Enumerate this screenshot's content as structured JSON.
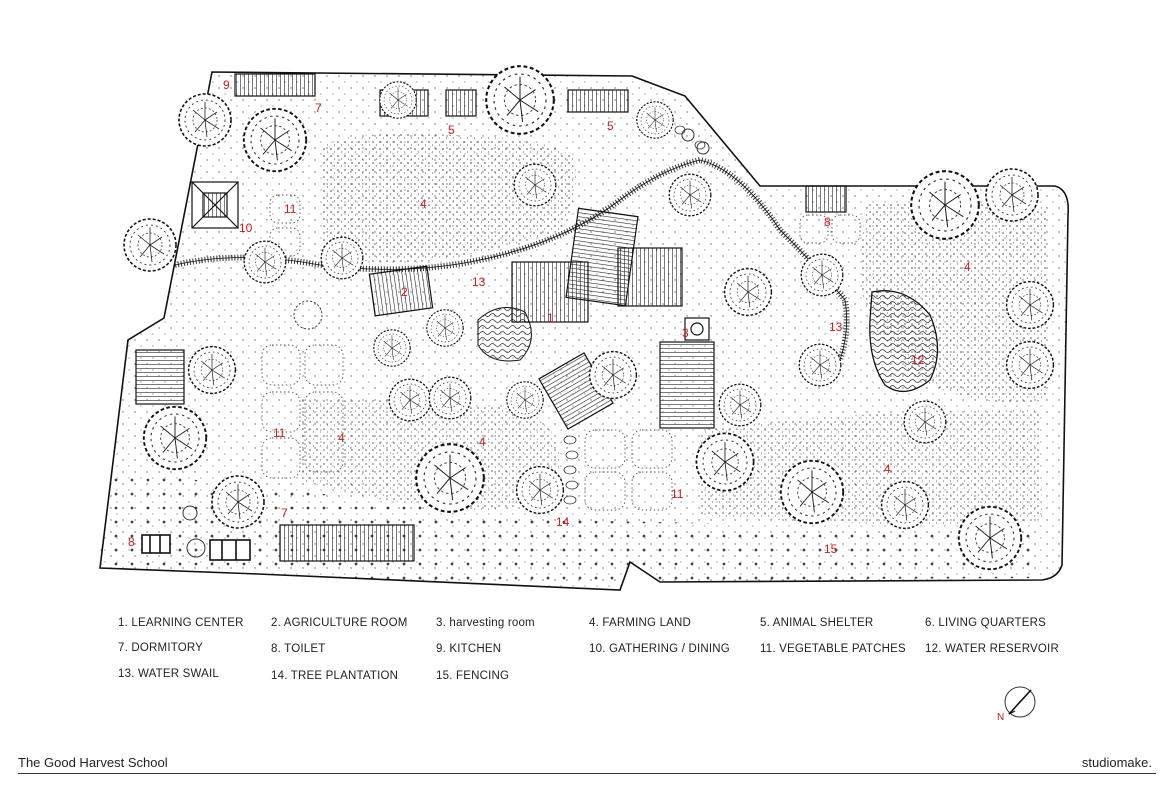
{
  "plan": {
    "labels": {
      "learning_center": "1",
      "agriculture_room": "2",
      "harvesting_room": "3",
      "farm_4_top": "4",
      "farm_4_east": "4",
      "farm_4_mid_left": "4",
      "farm_4_mid": "4",
      "farm_4_south_east": "4",
      "animal_shelter_a": "5",
      "animal_shelter_b": "5",
      "dormitory_top": "7",
      "dormitory_bottom": "7",
      "toilet_east": "8",
      "toilet_west": "8",
      "kitchen": "9",
      "gathering": "10",
      "veg_top": "11",
      "veg_left": "11",
      "veg_mid": "11",
      "reservoir": "12",
      "swail_center": "13",
      "swail_east": "13",
      "trees": "14",
      "fencing": "15"
    }
  },
  "legend": [
    "1. LEARNING CENTER",
    "2. AGRICULTURE ROOM",
    "3. harvesting room",
    "4. FARMING LAND",
    "5. ANIMAL SHELTER",
    "6. LIVING QUARTERS",
    "7. DORMITORY",
    "8. TOILET",
    "9. KITCHEN",
    "10. GATHERING / DINING",
    "11. VEGETABLE PATCHES",
    "12. WATER RESERVOIR",
    "13. WATER SWAIL",
    "14. TREE PLANTATION",
    "15. FENCING"
  ],
  "compass": {
    "label": "N",
    "icon": "north-arrow-icon"
  },
  "footer": {
    "title": "The Good Harvest School",
    "brand": "studiomake."
  },
  "colors": {
    "label_red": "#d11a1a",
    "ink": "#222222",
    "paper": "#ffffff"
  }
}
